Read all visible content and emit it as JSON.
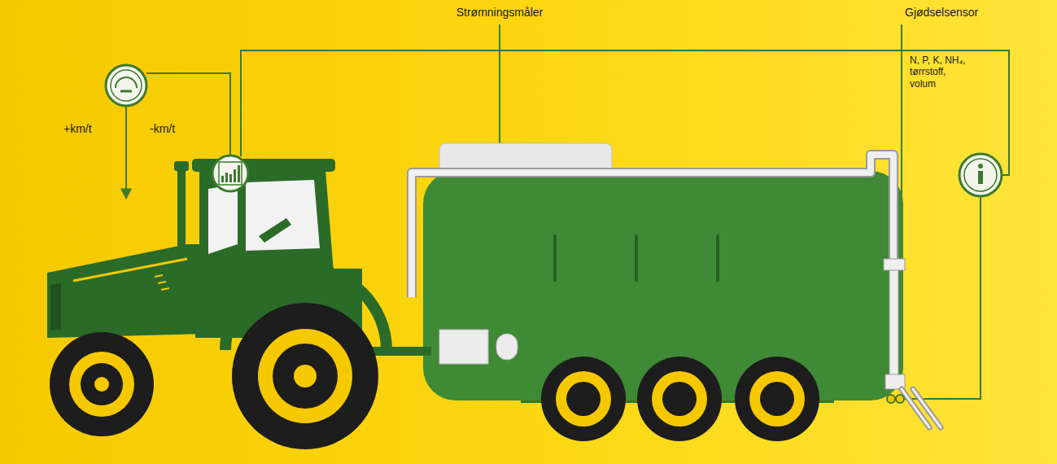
{
  "diagram": {
    "labels": [
      "Strømningsmåler",
      "Gjødselsensor",
      "+km/t",
      "-km/t",
      "N, P, K, NH₄, tørrstoff, volum"
    ]
  }
}
